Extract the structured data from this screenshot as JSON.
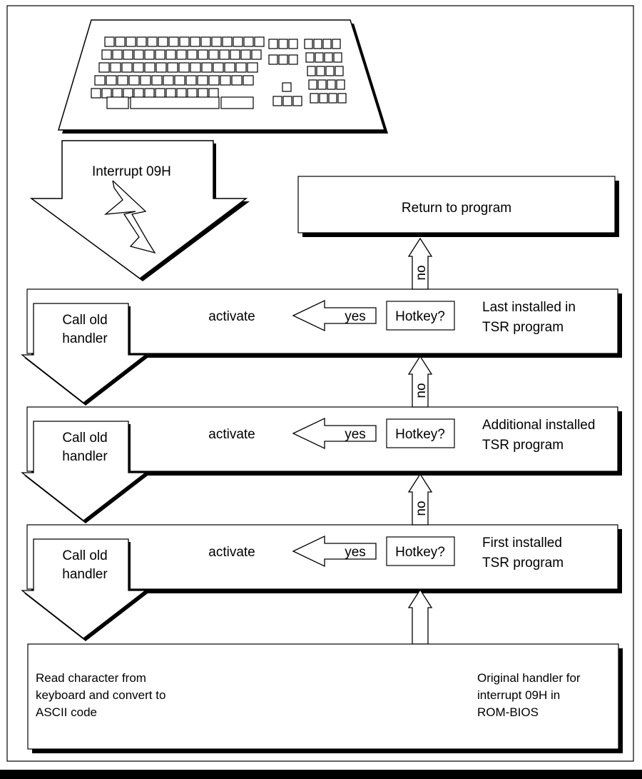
{
  "interrupt_label": "Interrupt 09H",
  "return_label": "Return to program",
  "no_label": "no",
  "levels": [
    {
      "call_old_1": "Call old",
      "call_old_2": "handler",
      "activate": "activate",
      "yes": "yes",
      "hotkey": "Hotkey?",
      "desc_1": "Last installed in",
      "desc_2": "TSR program"
    },
    {
      "call_old_1": "Call old",
      "call_old_2": "handler",
      "activate": "activate",
      "yes": "yes",
      "hotkey": "Hotkey?",
      "desc_1": "Additional installed",
      "desc_2": "TSR program"
    },
    {
      "call_old_1": "Call old",
      "call_old_2": "handler",
      "activate": "activate",
      "yes": "yes",
      "hotkey": "Hotkey?",
      "desc_1": "First installed",
      "desc_2": "TSR program"
    }
  ],
  "bios": {
    "left_1": "Read character from",
    "left_2": "keyboard and convert to",
    "left_3": "ASCII code",
    "right_1": "Original handler for",
    "right_2": "interrupt 09H in",
    "right_3": "ROM-BIOS"
  }
}
